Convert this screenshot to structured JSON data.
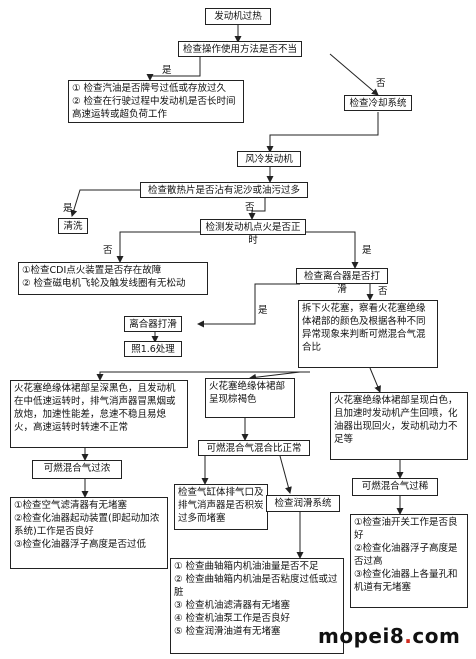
{
  "nodes": {
    "overheat": "发动机过热",
    "check_usage": "检查操作使用方法是否不当",
    "usage_checks": "① 检查汽油是否牌号过低或存放过久\n② 检查在行驶过程中发动机是否长时间高速运转或超负荷工作",
    "check_cooling": "检查冷却系统",
    "air_cooled": "风冷发动机",
    "check_fins": "检查散热片是否沾有泥沙或油污过多",
    "clean": "清洗",
    "check_timing": "检测发动机点火是否正时",
    "ignition_checks": "①检查CDI点火装置是否存在故障\n② 检查磁电机飞轮及触发线圈有无松动",
    "check_clutch": "检查离合器是否打滑",
    "clutch_slip": "离合器打滑",
    "ref_1_6": "照1.6处理",
    "spark_plug": "拆下火花塞，察看火花塞绝缘体裙部的颜色及根据各种不同异常现象来判断可燃混合气混合比",
    "black_skirt": "火花塞绝缘体裙部呈深黑色，且发动机在中低速运转时，排气消声器冒黑烟或放炮，加速性能差，怠速不稳且易熄火，高速运转时转速不正常",
    "brown_skirt": "火花塞绝缘体裙部呈现棕褐色",
    "white_skirt": "火花塞绝缘体裙部呈现白色，且加速时发动机产生回喷，化油器出现回火，发动机动力不足等",
    "too_rich": "可燃混合气过浓",
    "normal_mix": "可燃混合气混合比正常",
    "too_lean": "可燃混合气过稀",
    "rich_checks": "①检查空气滤清器有无堵塞\n②检查化油器起动装置(即起动加浓系统)工作是否良好\n③检查化油器浮子高度是否过低",
    "carbon_check": "检查气缸体排气口及排气消声器是否积炭过多而堵塞",
    "check_lube": "检查润滑系统",
    "lean_checks": "①检查油开关工作是否良好\n②检查化油器浮子高度是否过高\n③检查化油器上各量孔和机道有无堵塞",
    "lube_checks": "① 检查曲轴箱内机油油量是否不足\n② 检查曲轴箱内机油是否粘度过低或过脏\n③ 检查机油滤清器有无堵塞\n④ 检查机油泵工作是否良好\n⑤ 检查润滑油道有无堵塞"
  },
  "labels": {
    "yes": "是",
    "no": "否"
  },
  "watermark": {
    "part1": "mopei8",
    "dot": ".",
    "part2": "com",
    "accent_color": "#d12b1f"
  }
}
